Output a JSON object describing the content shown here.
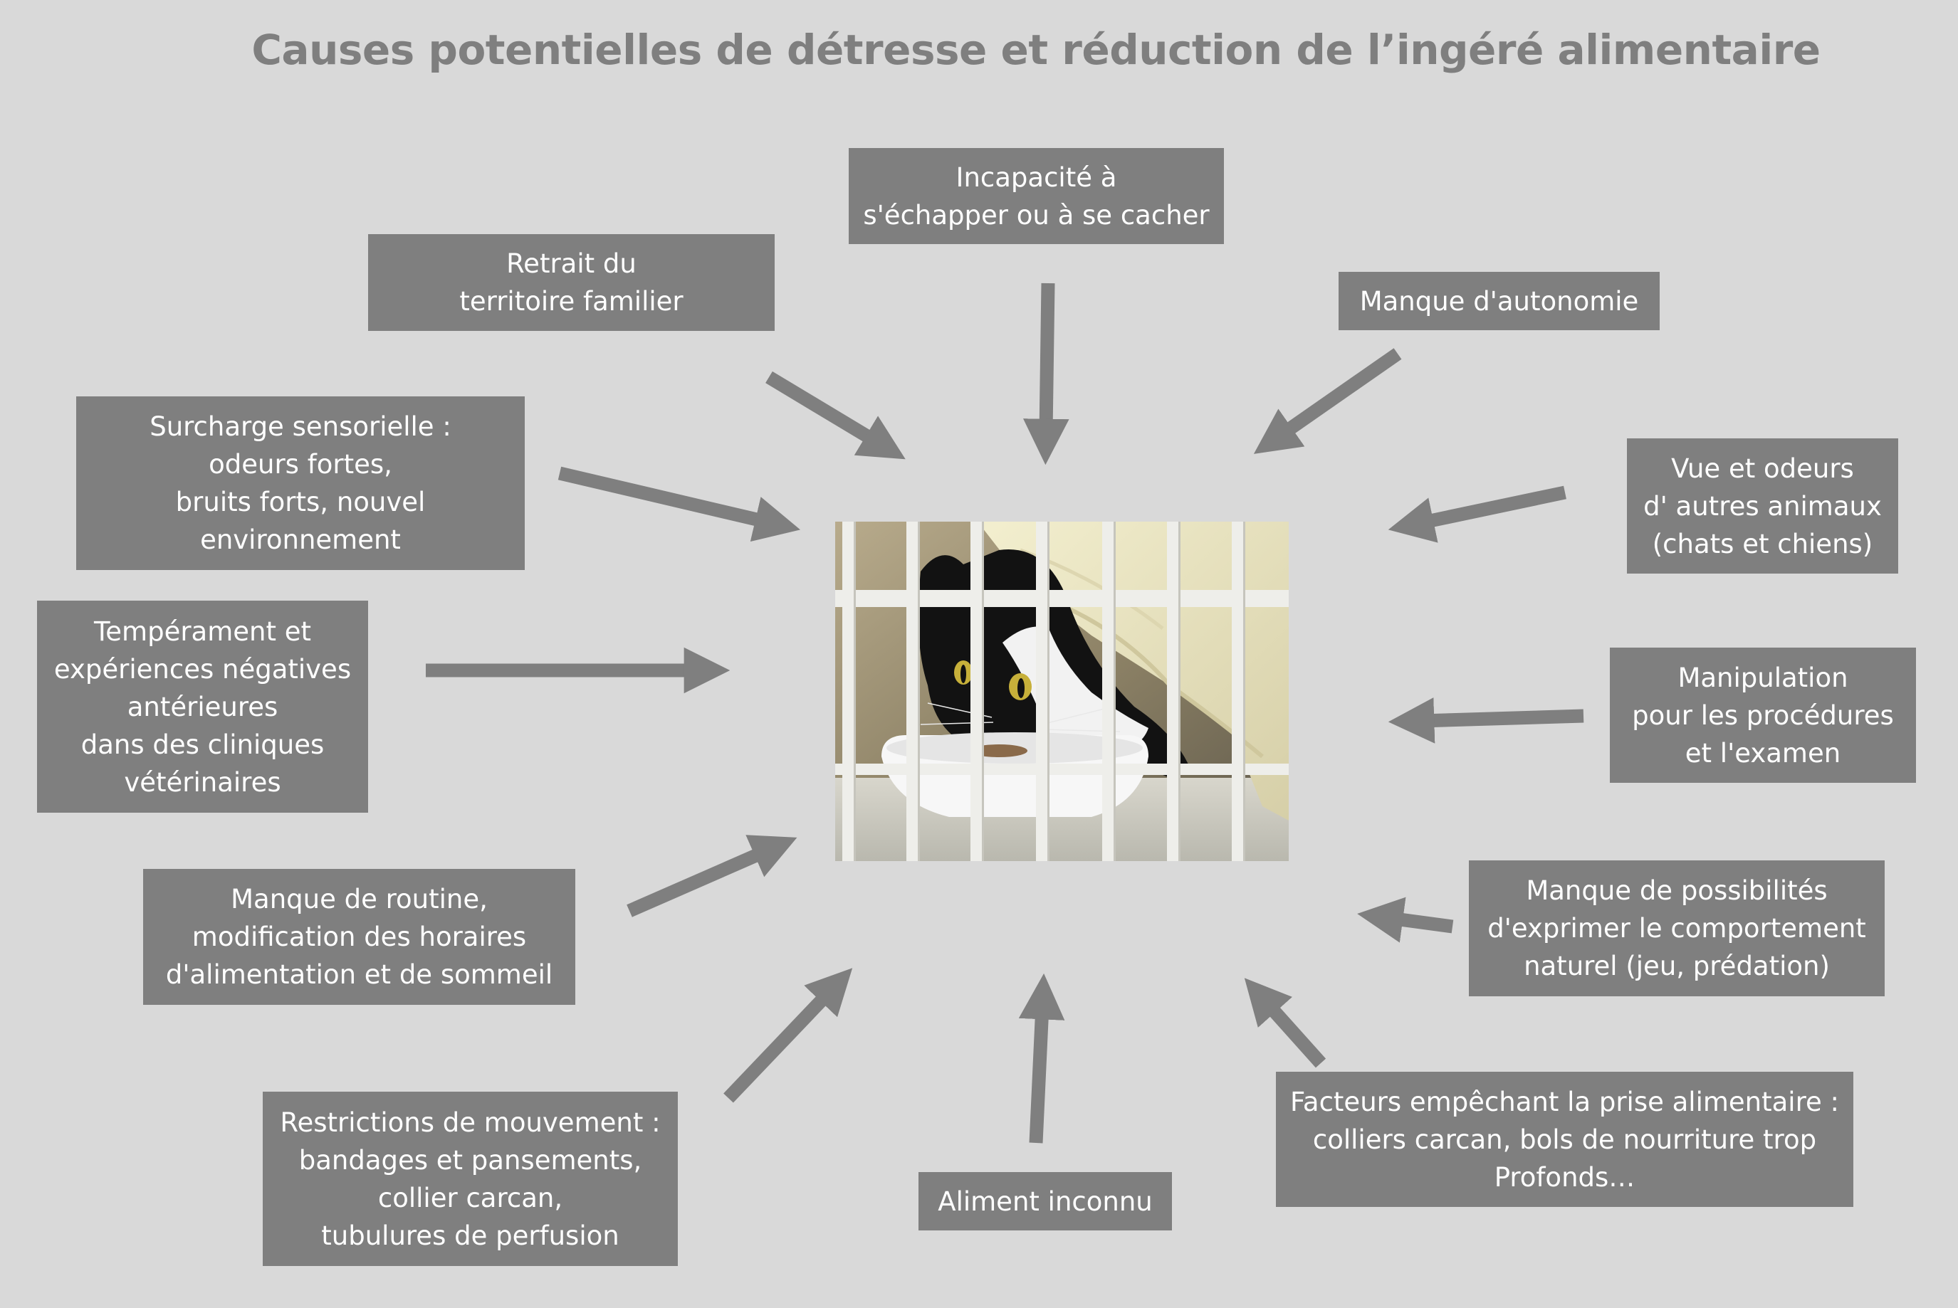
{
  "title": "Causes potentielles de détresse et réduction de l’ingéré alimentaire",
  "colors": {
    "background": "#d9d9d9",
    "box": "#7f7f7f",
    "arrow": "#7f7f7f",
    "title": "#7f7f7f",
    "box_text": "#ffffff"
  },
  "center_image": "cat-in-cage-eating-from-bowl",
  "causes": {
    "escape": "Incapacité à\ns'échapper ou à se cacher",
    "territory": "Retrait du\nterritoire familier",
    "autonomy": "Manque d'autonomie",
    "sensory": "Surcharge sensorielle :\nodeurs fortes,\nbruits forts, nouvel\nenvironnement",
    "other_animals": "Vue et odeurs\nd' autres animaux\n(chats et chiens)",
    "temperament": "Tempérament et\nexpériences négatives\nantérieures\ndans des cliniques\nvétérinaires",
    "handling": "Manipulation\npour les procédures\net l'examen",
    "routine": "Manque de routine,\nmodification des horaires\nd'alimentation et de sommeil",
    "behavior": "Manque de possibilités\nd'exprimer le comportement\nnaturel (jeu, prédation)",
    "movement": "Restrictions de mouvement :\nbandages et pansements,\ncollier carcan,\ntubulures de perfusion",
    "unknown_food": "Aliment inconnu",
    "feeding_obstacles": "Facteurs empêchant la prise alimentaire :\ncolliers carcan, bols de nourriture trop\nProfonds…"
  }
}
